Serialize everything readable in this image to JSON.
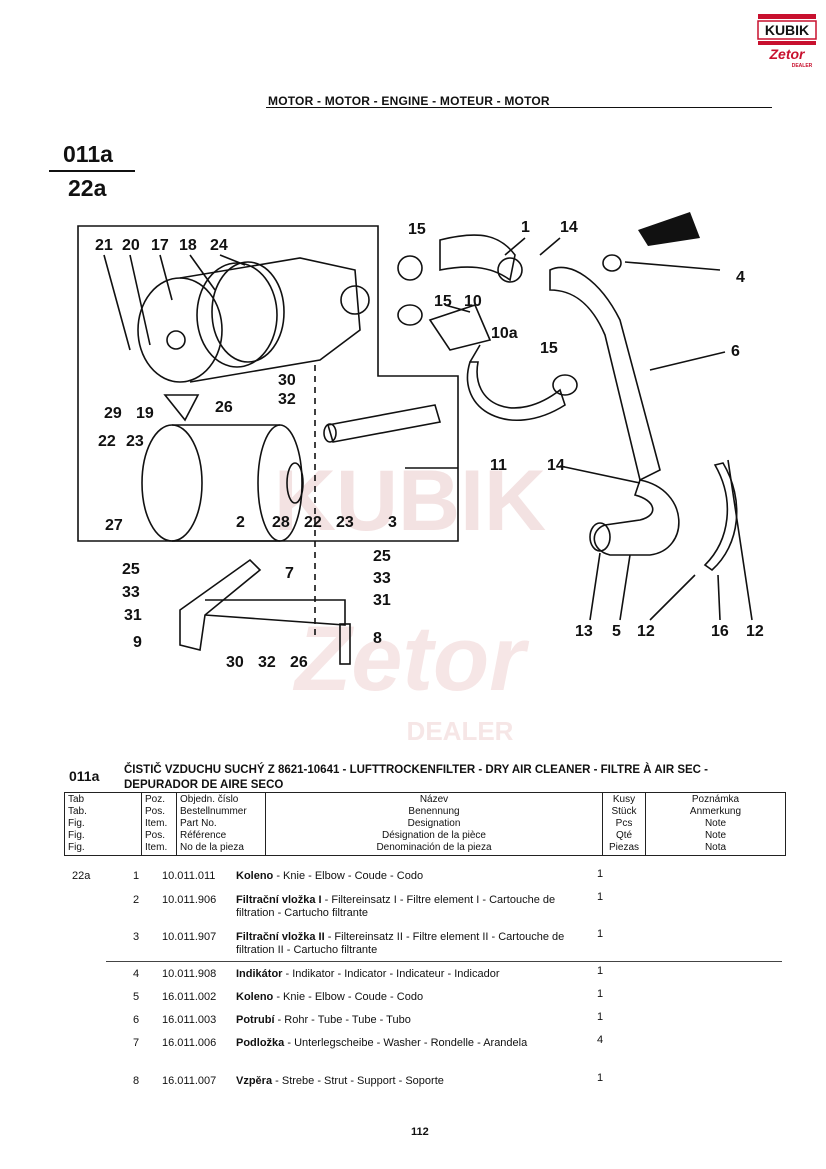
{
  "brand": {
    "logo_top": "KUBIK",
    "logo_bottom": "Zetor",
    "logo_sub": "DEALER"
  },
  "header": {
    "title": "MOTOR - MOTOR - ENGINE - MOTEUR - MOTOR"
  },
  "figure": {
    "code_top": "011a",
    "code_bottom": "22a"
  },
  "watermark": {
    "text_1": "KUBIK",
    "text_2": "Zetor",
    "text_3": "DEALER"
  },
  "callouts": [
    "21",
    "20",
    "17",
    "18",
    "24",
    "29",
    "19",
    "26",
    "30",
    "32",
    "22",
    "23",
    "27",
    "2",
    "28",
    "22",
    "23",
    "3",
    "11",
    "15",
    "1",
    "14",
    "4",
    "15",
    "10",
    "10a",
    "15",
    "6",
    "14",
    "13",
    "5",
    "12",
    "16",
    "12",
    "25",
    "33",
    "31",
    "9",
    "7",
    "33",
    "31",
    "25",
    "8",
    "30",
    "32",
    "26"
  ],
  "section": {
    "number": "011a",
    "title": "ČISTIČ VZDUCHU SUCHÝ Z 8621-10641 - LUFTTROCKENFILTER - DRY AIR CLEANER - FILTRE À AIR SEC - DEPURADOR DE AIRE SECO"
  },
  "table": {
    "headers": {
      "tab": "Tab\nTab.\nFig.\nFig.\nFig.",
      "pos": "Poz.\nPos.\nItem.\nPos.\nItem.",
      "number": "Objedn. číslo\nBestellnummer\nPart No.\nRéférence\nNo de la pieza",
      "name": "Název\nBenennung\nDesignation\nDésignation de la pièce\nDenominación de la pieza",
      "qty": "Kusy\nStück\nPcs\nQté\nPiezas",
      "note": "Poznámka\nAnmerkung\nNote\nNote\nNota"
    },
    "rows": [
      {
        "tab": "22a",
        "pos": "1",
        "number": "10.011.011",
        "name_bold": "Koleno",
        "name_rest": " - Knie - Elbow - Coude - Codo",
        "qty": "1"
      },
      {
        "tab": "",
        "pos": "2",
        "number": "10.011.906",
        "name_bold": "Filtrační vložka I",
        "name_rest": " - Filtereinsatz I - Filtre element I - Cartouche de filtration - Cartucho filtrante",
        "qty": "1"
      },
      {
        "tab": "",
        "pos": "3",
        "number": "10.011.907",
        "name_bold": "Filtrační vložka II",
        "name_rest": " - Filtereinsatz II - Filtre element II - Cartouche de filtration II - Cartucho filtrante",
        "qty": "1"
      },
      {
        "tab": "",
        "pos": "4",
        "number": "10.011.908",
        "name_bold": "Indikátor",
        "name_rest": " - Indikator - Indicator - Indicateur - Indicador",
        "qty": "1"
      },
      {
        "tab": "",
        "pos": "5",
        "number": "16.011.002",
        "name_bold": "Koleno",
        "name_rest": " - Knie - Elbow - Coude - Codo",
        "qty": "1"
      },
      {
        "tab": "",
        "pos": "6",
        "number": "16.011.003",
        "name_bold": "Potrubí",
        "name_rest": " - Rohr - Tube - Tube - Tubo",
        "qty": "1"
      },
      {
        "tab": "",
        "pos": "7",
        "number": "16.011.006",
        "name_bold": "Podložka",
        "name_rest": " - Unterlegscheibe - Washer - Rondelle - Arandela",
        "qty": "4"
      },
      {
        "tab": "",
        "pos": "8",
        "number": "16.011.007",
        "name_bold": "Vzpěra",
        "name_rest": " - Strebe - Strut - Support - Soporte",
        "qty": "1"
      }
    ]
  },
  "footer": {
    "page_number": "112"
  }
}
